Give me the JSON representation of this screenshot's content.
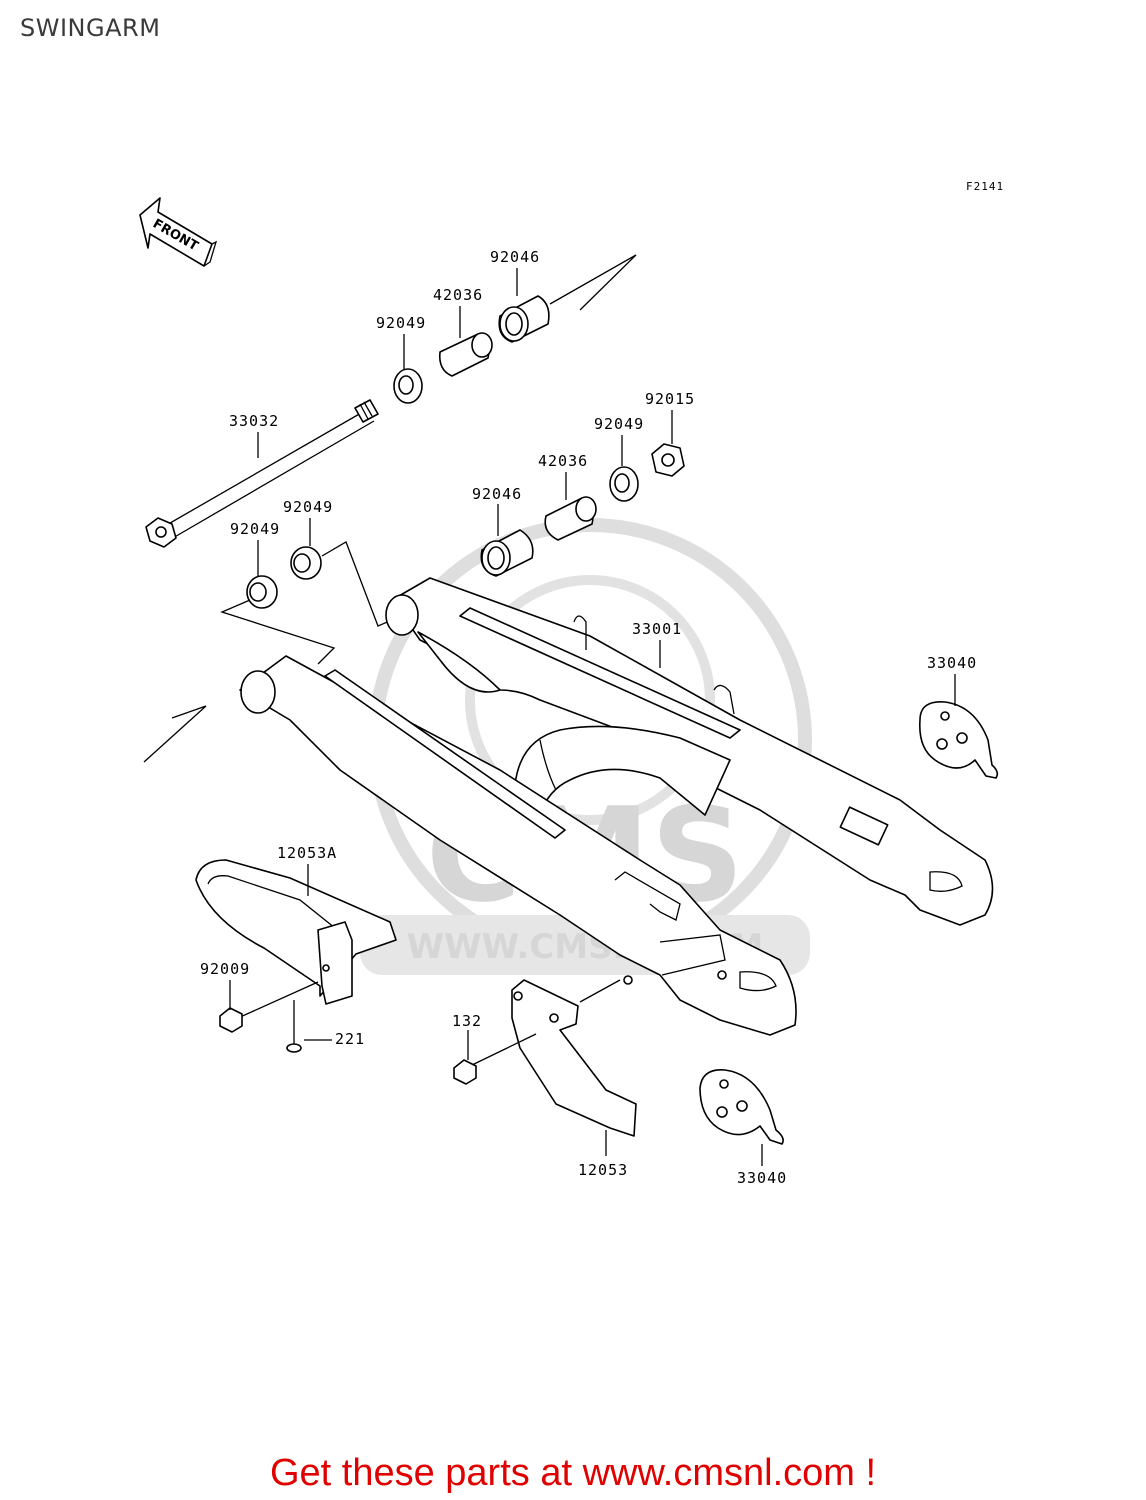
{
  "page": {
    "title": "SWINGARM",
    "figure_code": "F2141",
    "front_marker": "FRONT",
    "footer_text": "Get these parts at www.cmsnl.com !"
  },
  "watermark": {
    "brand": "CMS",
    "url": "WWW.CMSNL.COM"
  },
  "colors": {
    "footer": "#e00000",
    "title": "#3a3a3a",
    "watermark": "#d6d6d6"
  },
  "labels": {
    "l92046_top": "92046",
    "l42036_top": "42036",
    "l92049_top": "92049",
    "l33032": "33032",
    "l92015": "92015",
    "l92049_right": "92049",
    "l42036_mid": "42036",
    "l92046_mid": "92046",
    "l92049_a": "92049",
    "l92049_b": "92049",
    "l33001": "33001",
    "l33040_top": "33040",
    "l12053a": "12053A",
    "l92009": "92009",
    "l221": "221",
    "l132": "132",
    "l12053": "12053",
    "l33040_bottom": "33040"
  }
}
